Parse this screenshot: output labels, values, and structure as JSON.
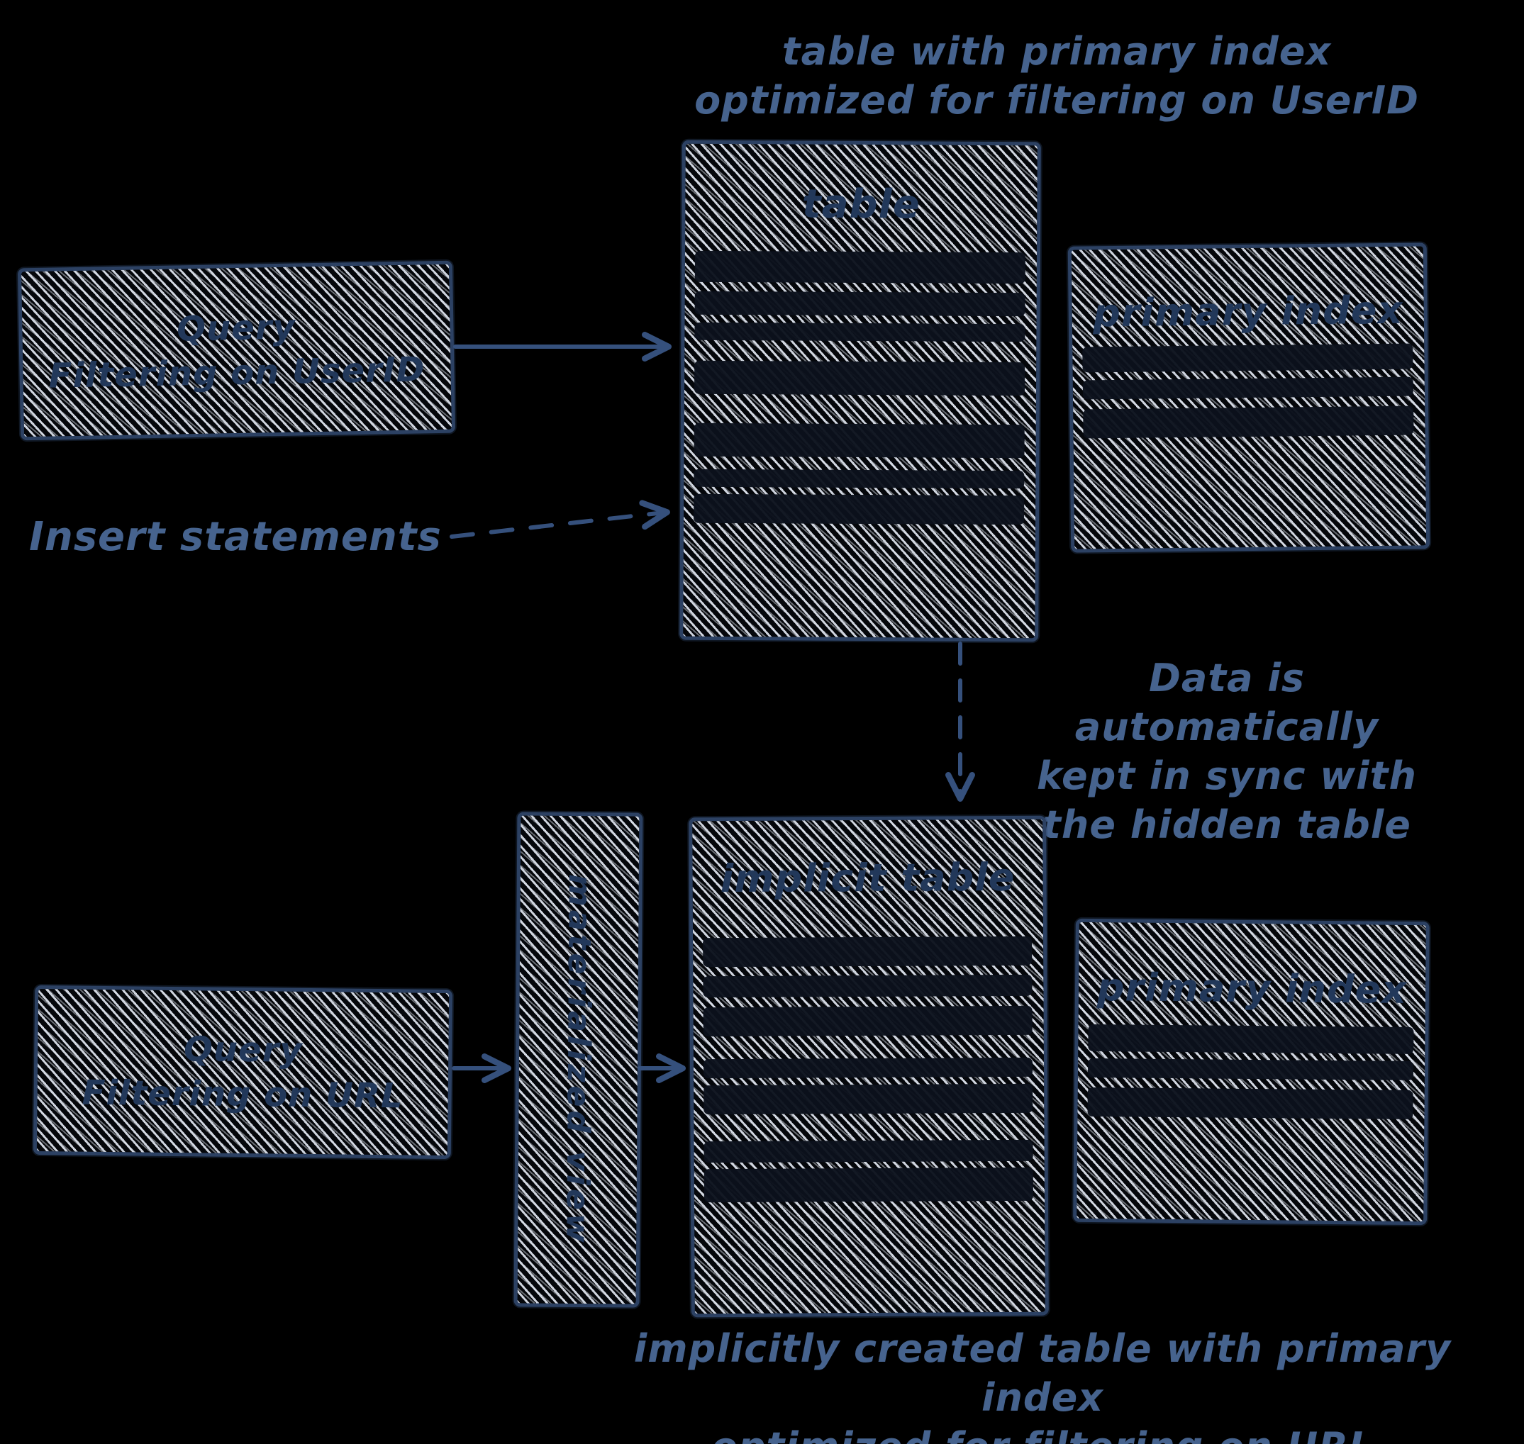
{
  "diagram": {
    "top_caption": {
      "line1": "table with primary index",
      "line2": "optimized for filtering on UserID"
    },
    "bottom_caption": {
      "line1": "implicitly created table with primary index",
      "line2": "optimized for filtering on URL"
    },
    "sync_note": {
      "line1": "Data is automatically",
      "line2": "kept in sync with",
      "line3": "the hidden table"
    },
    "insert_label": "Insert statements",
    "query_userid": {
      "line1": "Query",
      "line2": "Filtering on UserID"
    },
    "query_url": {
      "line1": "Query",
      "line2": "Filtering on URL"
    },
    "table_box": {
      "title": "table"
    },
    "primary_index_top": {
      "title": "primary index"
    },
    "materialized_view": {
      "title": "materialized view"
    },
    "implicit_table": {
      "title": "implicit table"
    },
    "primary_index_bottom": {
      "title": "primary index"
    },
    "colors": {
      "background": "#000000",
      "ink": "#2c4163",
      "caption_text": "#46638e",
      "hatch": "#dde4ee",
      "row_stripe": "#0c121d"
    }
  }
}
